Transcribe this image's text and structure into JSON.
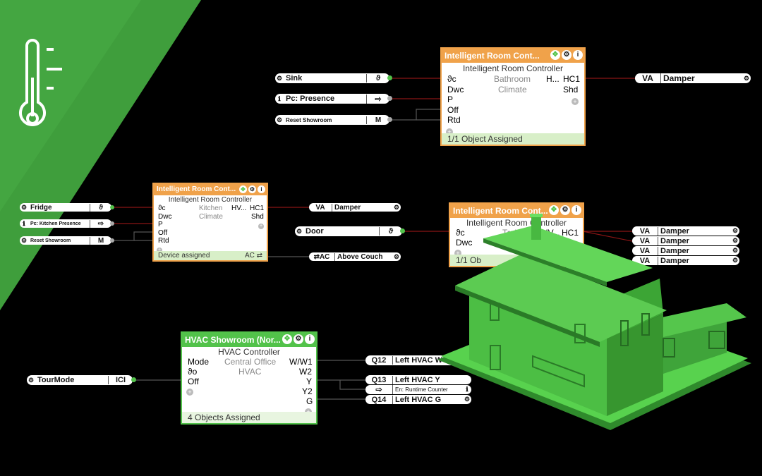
{
  "colors": {
    "accent_green": "#52c24a",
    "accent_orange": "#f0a24a",
    "background": "#000000"
  },
  "thermometer_icon": "thermometer-icon",
  "block_top": {
    "title": "Intelligent Room Cont...",
    "subtitle": "Intelligent Room Controller",
    "inputs": [
      "ϑc",
      "Dwc",
      "P",
      "Off",
      "Rtd"
    ],
    "room": "Bathroom",
    "mode": "Climate",
    "outputs": [
      "H...",
      "HC1",
      "Shd"
    ],
    "footer": "1/1 Object Assigned",
    "in_sink": {
      "label": "Sink",
      "value": "ϑ"
    },
    "in_presence": {
      "label": "Pc: Presence",
      "value": "⇨"
    },
    "in_reset": {
      "label": "Reset Showroom",
      "value": "M"
    },
    "out_damper": {
      "type": "VA",
      "label": "Damper"
    }
  },
  "block_left": {
    "title": "Intelligent Room Cont...",
    "subtitle": "Intelligent Room Controller",
    "inputs": [
      "ϑc",
      "Dwc",
      "P",
      "Off",
      "Rtd"
    ],
    "room": "Kitchen",
    "mode": "Climate",
    "outputs": [
      "HV...",
      "HC1",
      "Shd"
    ],
    "footer": "Device assigned",
    "footer_right": "AC ⇄",
    "in_fridge": {
      "label": "Fridge",
      "value": "ϑ"
    },
    "in_presence": {
      "label": "Pc: Kitchen Presence",
      "value": "⇨"
    },
    "in_reset": {
      "label": "Reset Showroom",
      "value": "M"
    },
    "out_damper": {
      "type": "VA",
      "label": "Damper"
    },
    "out_ac": {
      "type": "⇄AC",
      "label": "Above Couch"
    }
  },
  "block_right": {
    "title": "Intelligent Room Cont...",
    "subtitle": "Intelligent Room Controller",
    "inputs": [
      "ϑc",
      "Dwc"
    ],
    "room": "Trai",
    "outputs": [
      "HV...",
      "HC1"
    ],
    "footer": "1/1 Ob",
    "in_door": {
      "label": "Door",
      "value": "ϑ"
    },
    "out_dampers": [
      {
        "type": "VA",
        "label": "Damper"
      },
      {
        "type": "VA",
        "label": "Damper"
      },
      {
        "type": "VA",
        "label": "Damper"
      },
      {
        "type": "VA",
        "label": "Damper"
      }
    ]
  },
  "block_hvac": {
    "title": "HVAC Showroom (Nor...",
    "subtitle": "HVAC Controller",
    "inputs": [
      "Mode",
      "ϑo",
      "Off"
    ],
    "room": "Central Office",
    "mode": "HVAC",
    "outputs": [
      "W/W1",
      "W2",
      "Y",
      "Y2",
      "G"
    ],
    "footer": "4 Objects Assigned",
    "in_tourmode": {
      "label": "TourMode",
      "value": "ICI"
    },
    "out_q12": {
      "type": "Q12",
      "label": "Left HVAC W"
    },
    "out_q13": {
      "type": "Q13",
      "label": "Left HVAC Y"
    },
    "out_counter": {
      "type": "⇨",
      "label": "En: Runtime Counter"
    },
    "out_q14": {
      "type": "Q14",
      "label": "Left HVAC G"
    }
  }
}
